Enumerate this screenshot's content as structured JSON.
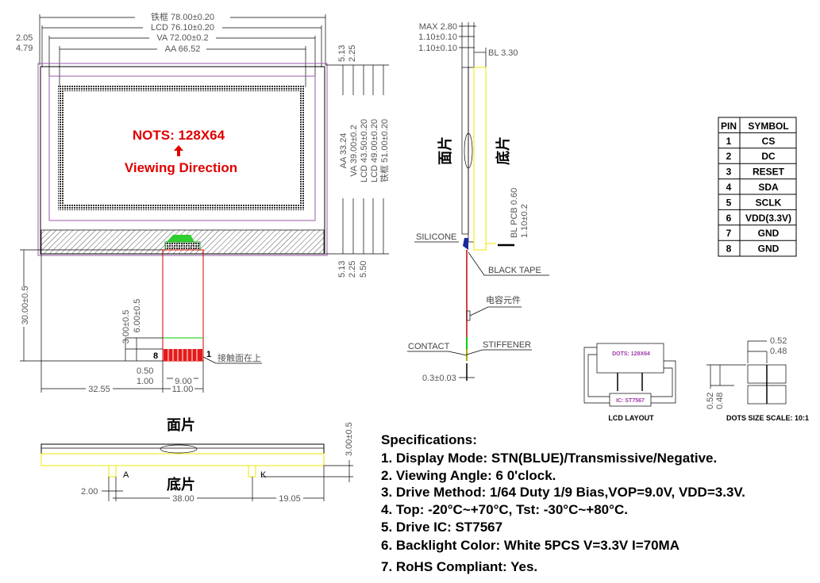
{
  "front_view": {
    "dims_top": [
      "铁框 78.00±0.20",
      "LCD 76.10±0.20",
      "VA 72.00±0.2",
      "AA 66.52"
    ],
    "dims_left": [
      "2.05",
      "4.79"
    ],
    "dims_right_top": [
      "5.13",
      "2.25"
    ],
    "dims_right": [
      "AA 33.24",
      "VA 39.00±0.2",
      "LCD 43.50±0.20",
      "LCD 49.00±0.20",
      "铁框 51.00±0.20"
    ],
    "dims_right_bottom": [
      "5.13",
      "2.25",
      "5.50"
    ],
    "title": "NOTS: 128X64",
    "viewing": "Viewing Direction",
    "accent_color": "#e00000"
  },
  "fpc": {
    "length": "30.00±0.5",
    "stiff1": "3.00±0.5",
    "stiff2": "6.00±0.5",
    "pin_last": "8",
    "pin_first": "1",
    "contact_note": "接触面在上",
    "pitch": "0.50",
    "edge": "1.00",
    "span": "9.00",
    "offset": "32.55",
    "width": "11.00"
  },
  "side_view": {
    "dims": [
      "MAX 2.80",
      "1.10±0.10",
      "1.10±0.10"
    ],
    "bl": "BL 3.30",
    "front_label": "面片",
    "back_label": "底片",
    "bl_pcb": "BL PCB 0.60",
    "bl_pcb_tol": "1.10±0.2",
    "silicone": "SILICONE",
    "black_tape": "BLACK TAPE",
    "capacitor": "电容元件",
    "contact": "CONTACT",
    "stiffener": "STIFFENER",
    "thickness": "0.3±0.03"
  },
  "pin_table": {
    "headers": [
      "PIN",
      "SYMBOL"
    ],
    "rows": [
      [
        "1",
        "CS"
      ],
      [
        "2",
        "DC"
      ],
      [
        "3",
        "RESET"
      ],
      [
        "4",
        "SDA"
      ],
      [
        "5",
        "SCLK"
      ],
      [
        "6",
        "VDD(3.3V)"
      ],
      [
        "7",
        "GND"
      ],
      [
        "8",
        "GND"
      ]
    ]
  },
  "lcd_layout": {
    "dots": "DOTS: 128X64",
    "ic": "IC: ST7567",
    "caption": "LCD LAYOUT"
  },
  "dots_size": {
    "w1": "0.52",
    "w2": "0.48",
    "h1": "0.52",
    "h2": "0.48",
    "caption": "DOTS SIZE SCALE: 10:1"
  },
  "bottom_view": {
    "top_label": "面片",
    "bottom_label": "底片",
    "height": "3.00±0.5",
    "anode": "A",
    "cathode": "K",
    "pin_w": "2.00",
    "pin_span": "38.00",
    "edge": "19.05"
  },
  "specs": {
    "heading": "Specifications:",
    "items": [
      "1. Display Mode:  STN(BLUE)/Transmissive/Negative.",
      "2. Viewing Angle: 6 0'clock.",
      "3. Drive Method:  1/64 Duty  1/9 Bias,VOP=9.0V, VDD=3.3V.",
      "4. Top:  -20°C~+70°C,  Tst: -30°C~+80°C.",
      "5. Drive IC: ST7567",
      "6. Backlight Color: White  5PCS V=3.3V I=70MA",
      "7. RoHS Compliant: Yes."
    ]
  }
}
